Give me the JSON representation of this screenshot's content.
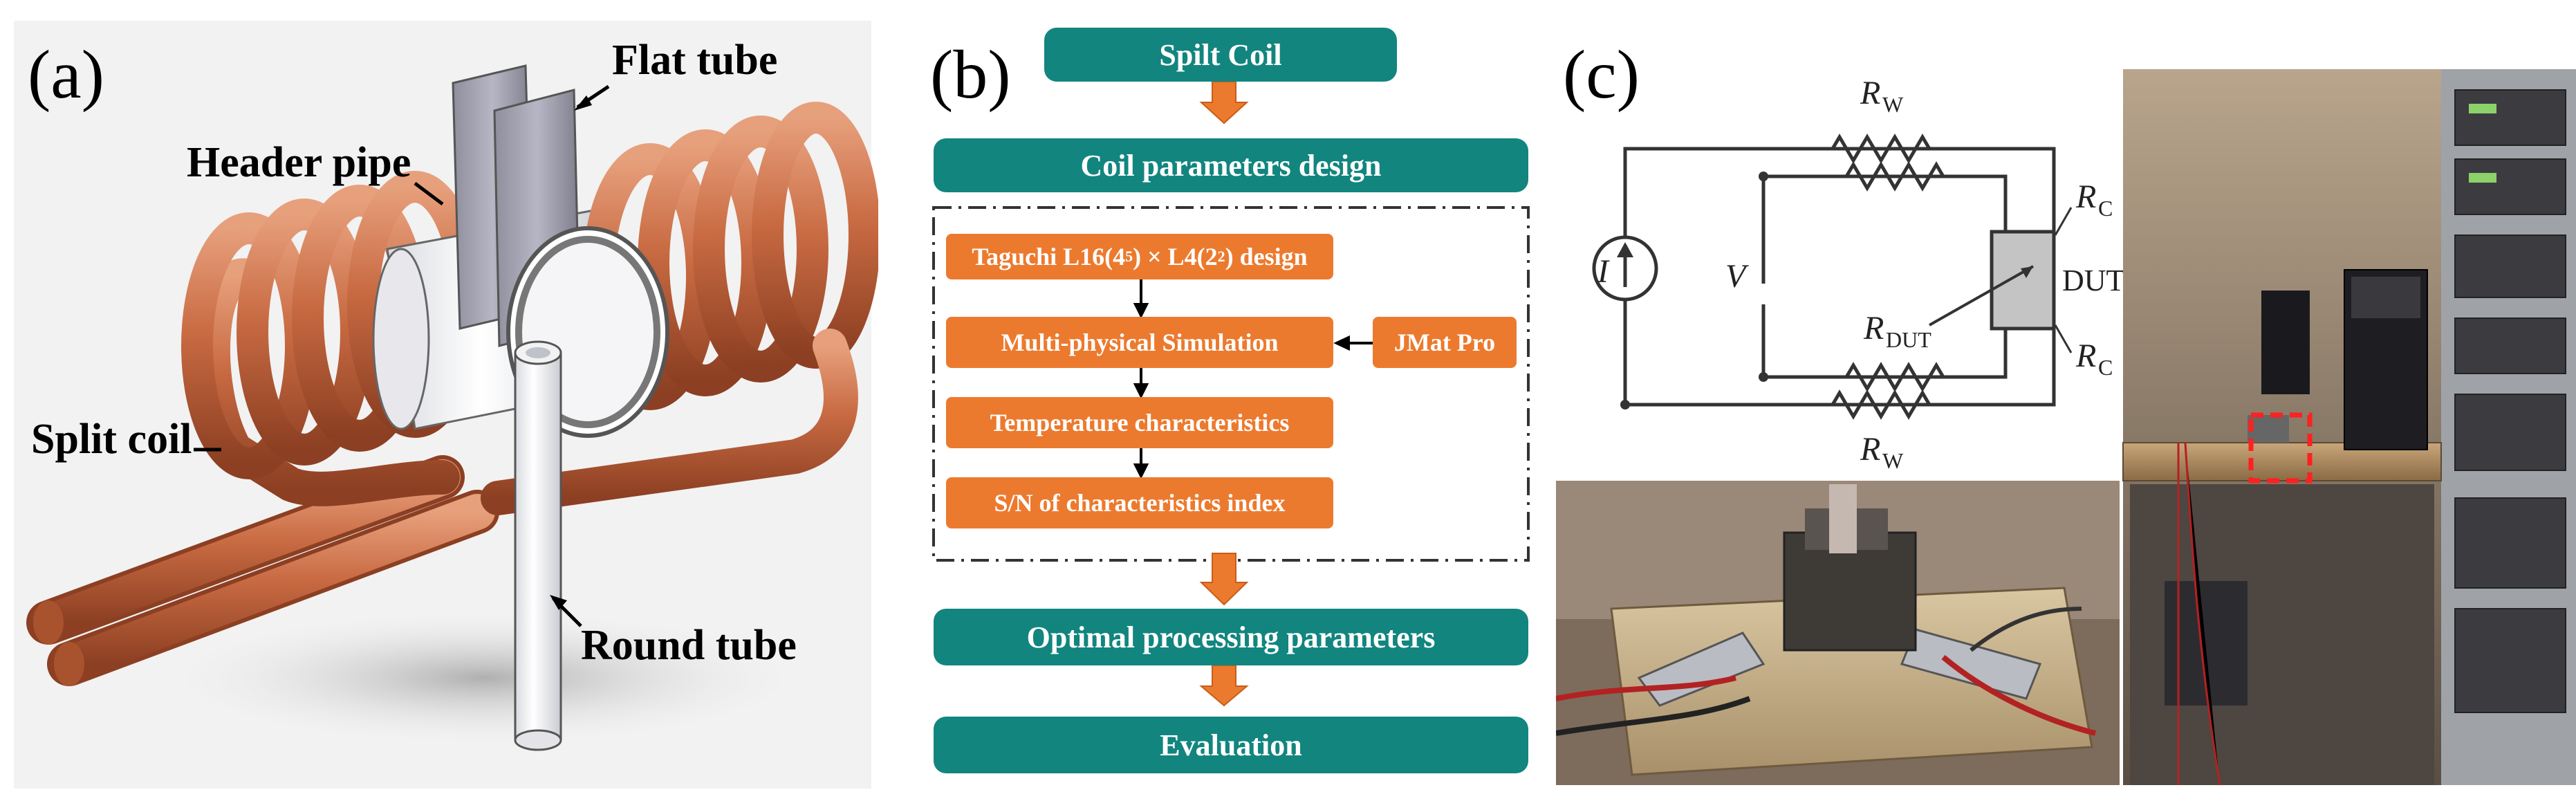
{
  "panel_a": {
    "label": "(a)",
    "callouts": {
      "flat_tube": "Flat tube",
      "header_pipe": "Header pipe",
      "split_coil": "Split coil",
      "round_tube": "Round tube"
    }
  },
  "panel_b": {
    "label": "(b)",
    "steps": {
      "spilt_coil": "Spilt Coil",
      "coil_params": "Coil parameters design",
      "taguchi_prefix": "Taguchi L16(4",
      "taguchi_sup1": "5",
      "taguchi_mid": ") × L4(2",
      "taguchi_sup2": "2",
      "taguchi_suffix": ") design",
      "multi_physical": "Multi-physical Simulation",
      "jmat": "JMat Pro",
      "temperature": "Temperature characteristics",
      "sn": "S/N of characteristics index",
      "optimal": "Optimal processing parameters",
      "evaluation": "Evaluation"
    },
    "colors": {
      "teal": "#12857f",
      "orange": "#ec7a2e"
    }
  },
  "panel_c": {
    "label": "(c)",
    "circuit": {
      "current_source": "I",
      "voltage": "V",
      "rw_top_main": "R",
      "rw_top_sub": "W",
      "rw_bottom_main": "R",
      "rw_bottom_sub": "W",
      "rc_top_main": "R",
      "rc_top_sub": "C",
      "rc_bottom_main": "R",
      "rc_bottom_sub": "C",
      "rdut_main": "R",
      "rdut_sub": "DUT",
      "dut": "DUT"
    }
  }
}
